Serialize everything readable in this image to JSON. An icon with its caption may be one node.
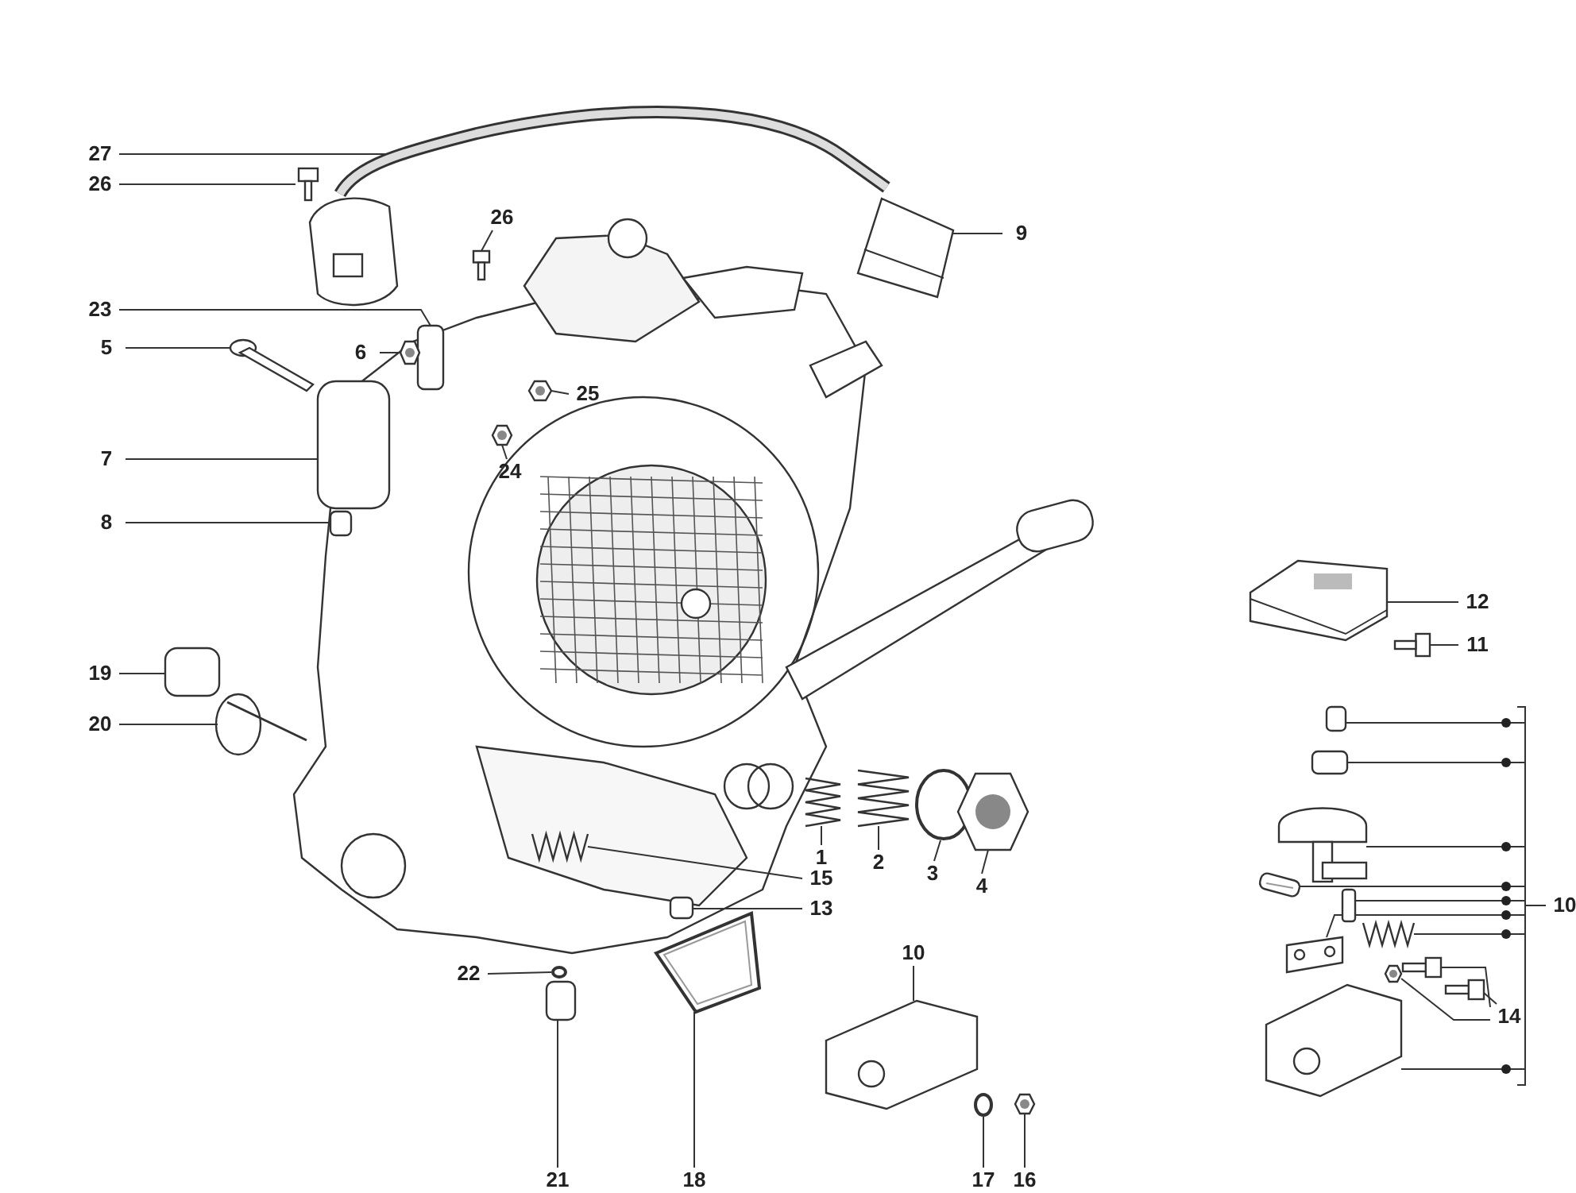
{
  "diagram": {
    "nodes": [
      {
        "text": [
          "27"
        ]
      },
      {
        "text": [],
        "shape": "picture"
      },
      {
        "text": [
          "26"
        ]
      },
      {
        "text": [],
        "shape": "picture"
      },
      {
        "text": [
          "26"
        ]
      },
      {
        "text": [],
        "shape": "picture"
      },
      {
        "text": [
          "9"
        ]
      },
      {
        "text": [],
        "shape": "picture"
      },
      {
        "text": [
          "23"
        ]
      },
      {
        "text": [],
        "shape": "box"
      },
      {
        "text": [
          "5"
        ]
      },
      {
        "text": [],
        "shape": "picture"
      },
      {
        "text": [
          "6"
        ]
      },
      {
        "text": [],
        "shape": "picture"
      },
      {
        "text": [
          "25"
        ]
      },
      {
        "text": [],
        "shape": "picture"
      },
      {
        "text": [
          "7"
        ]
      },
      {
        "text": [],
        "shape": "box"
      },
      {
        "text": [
          "24"
        ]
      },
      {
        "text": [],
        "shape": "picture"
      },
      {
        "text": [
          "8"
        ]
      },
      {
        "text": [],
        "shape": "box"
      },
      {
        "text": [
          "12"
        ]
      },
      {
        "text": [],
        "shape": "picture"
      },
      {
        "text": [
          "11"
        ]
      },
      {
        "text": [],
        "shape": "picture"
      },
      {
        "text": [
          "19"
        ]
      },
      {
        "text": [],
        "shape": "box"
      },
      {
        "text": [
          "20"
        ]
      },
      {
        "text": [],
        "shape": "picture"
      },
      {
        "text": [
          "1"
        ]
      },
      {
        "text": [],
        "shape": "picture"
      },
      {
        "text": [
          "2"
        ]
      },
      {
        "text": [],
        "shape": "picture"
      },
      {
        "text": [
          "3"
        ]
      },
      {
        "text": [],
        "shape": "circle"
      },
      {
        "text": [
          "4"
        ]
      },
      {
        "text": [],
        "shape": "picture"
      },
      {
        "text": [
          "15"
        ]
      },
      {
        "text": [],
        "shape": "picture"
      },
      {
        "text": [
          "13"
        ]
      },
      {
        "text": [],
        "shape": "box"
      },
      {
        "text": [
          "10"
        ]
      },
      {
        "text": [],
        "shape": "box"
      },
      {
        "text": [],
        "shape": "box"
      },
      {
        "text": [],
        "shape": "picture"
      },
      {
        "text": [],
        "shape": "picture"
      },
      {
        "text": [],
        "shape": "box"
      },
      {
        "text": [],
        "shape": "picture"
      },
      {
        "text": [],
        "shape": "picture"
      },
      {
        "text": [],
        "shape": "picture"
      },
      {
        "text": [
          "14"
        ]
      },
      {
        "text": [],
        "shape": "picture"
      },
      {
        "text": [],
        "shape": "picture"
      },
      {
        "text": [],
        "shape": "picture"
      },
      {
        "text": [
          "22"
        ]
      },
      {
        "text": [],
        "shape": "circle"
      },
      {
        "text": [
          "21"
        ]
      },
      {
        "text": [],
        "shape": "box"
      },
      {
        "text": [
          "18"
        ]
      },
      {
        "text": [],
        "shape": "picture"
      },
      {
        "text": [
          "10"
        ]
      },
      {
        "text": [],
        "shape": "picture"
      },
      {
        "text": [
          "17"
        ]
      },
      {
        "text": [],
        "shape": "circle"
      },
      {
        "text": [
          "16"
        ]
      },
      {
        "text": [],
        "shape": "picture"
      }
    ],
    "edges": [
      {
        "from": 0,
        "to": 1,
        "arrow": "none"
      },
      {
        "from": 2,
        "to": 3,
        "arrow": "none"
      },
      {
        "from": 4,
        "to": 5,
        "arrow": "none"
      },
      {
        "from": 6,
        "to": 7,
        "arrow": "none"
      },
      {
        "from": 8,
        "to": 9,
        "arrow": "none"
      },
      {
        "from": 10,
        "to": 11,
        "arrow": "none"
      },
      {
        "from": 12,
        "to": 13,
        "arrow": "none"
      },
      {
        "from": 14,
        "to": 15,
        "arrow": "none"
      },
      {
        "from": 16,
        "to": 17,
        "arrow": "none"
      },
      {
        "from": 18,
        "to": 19,
        "arrow": "none"
      },
      {
        "from": 20,
        "to": 21,
        "arrow": "none"
      },
      {
        "from": 22,
        "to": 23,
        "arrow": "none"
      },
      {
        "from": 24,
        "to": 25,
        "arrow": "none"
      },
      {
        "from": 26,
        "to": 27,
        "arrow": "none"
      },
      {
        "from": 28,
        "to": 29,
        "arrow": "none"
      },
      {
        "from": 30,
        "to": 31,
        "arrow": "none"
      },
      {
        "from": 32,
        "to": 33,
        "arrow": "none"
      },
      {
        "from": 34,
        "to": 35,
        "arrow": "none"
      },
      {
        "from": 36,
        "to": 37,
        "arrow": "none"
      },
      {
        "from": 38,
        "to": 39,
        "arrow": "none"
      },
      {
        "from": 40,
        "to": 41,
        "arrow": "none"
      },
      {
        "from": 42,
        "to": 43,
        "arrow": "none"
      },
      {
        "from": 42,
        "to": 44,
        "arrow": "none"
      },
      {
        "from": 42,
        "to": 45,
        "arrow": "none"
      },
      {
        "from": 42,
        "to": 46,
        "arrow": "none"
      },
      {
        "from": 42,
        "to": 47,
        "arrow": "none"
      },
      {
        "from": 42,
        "to": 48,
        "arrow": "none"
      },
      {
        "from": 42,
        "to": 49,
        "arrow": "none"
      },
      {
        "from": 42,
        "to": 50,
        "arrow": "none"
      },
      {
        "from": 51,
        "to": 52,
        "arrow": "none"
      },
      {
        "from": 51,
        "to": 53,
        "arrow": "none"
      },
      {
        "from": 51,
        "to": 54,
        "arrow": "none"
      },
      {
        "from": 55,
        "to": 56,
        "arrow": "none"
      },
      {
        "from": 57,
        "to": 58,
        "arrow": "none"
      },
      {
        "from": 59,
        "to": 60,
        "arrow": "none"
      },
      {
        "from": 61,
        "to": 62,
        "arrow": "none"
      },
      {
        "from": 63,
        "to": 64,
        "arrow": "none"
      },
      {
        "from": 65,
        "to": 66,
        "arrow": "none"
      }
    ]
  }
}
